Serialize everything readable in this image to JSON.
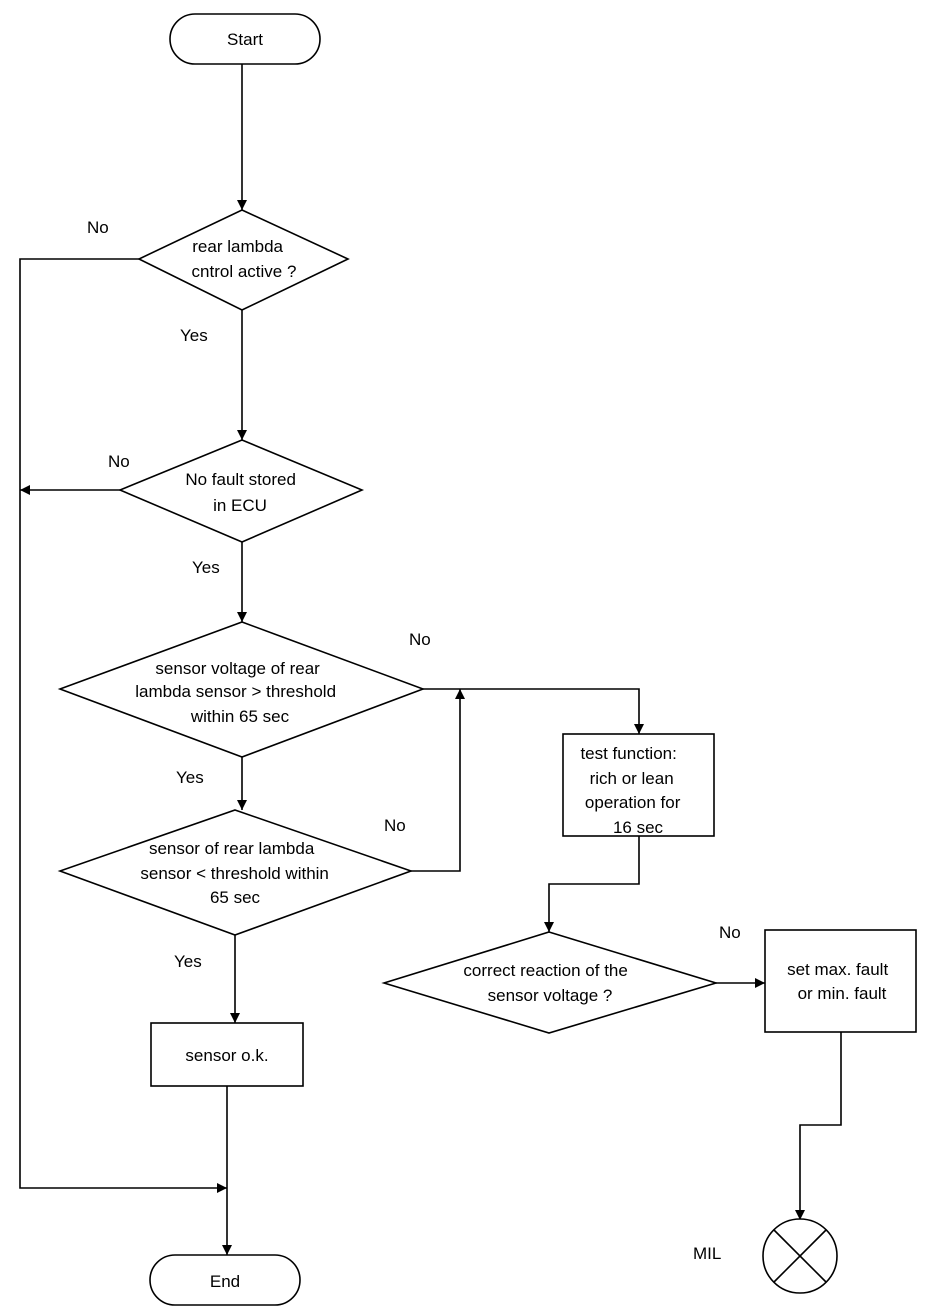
{
  "nodes": {
    "start": "Start",
    "d1": [
      "rear lambda",
      "cntrol active ?"
    ],
    "d2": [
      "No fault stored",
      "in ECU"
    ],
    "d3": [
      "sensor voltage of rear",
      "lambda sensor > threshold",
      "within 65 sec"
    ],
    "d4": [
      "sensor of rear lambda",
      "sensor < threshold within",
      "65 sec"
    ],
    "ok": "sensor o.k.",
    "test": [
      "test function:",
      "rich or lean",
      "operation for",
      "16 sec"
    ],
    "d5": [
      "correct reaction  of the",
      "sensor voltage ?"
    ],
    "fault": [
      "set max. fault",
      "or min. fault"
    ],
    "mil": "MIL",
    "end": "End"
  },
  "labels": {
    "d1_no": "No",
    "d1_yes": "Yes",
    "d2_no": "No",
    "d2_yes": "Yes",
    "d3_no": "No",
    "d3_yes": "Yes",
    "d4_no": "No",
    "d4_yes": "Yes",
    "d5_no": "No"
  }
}
